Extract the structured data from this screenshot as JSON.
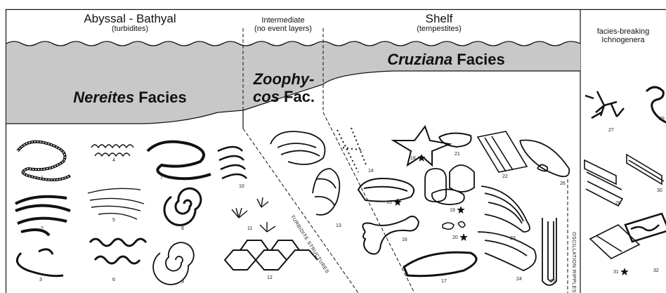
{
  "zones": {
    "abyssal": {
      "title": "Abyssal - Bathyal",
      "subtitle": "(turbidites)"
    },
    "intermediate": {
      "title": "Intermediate",
      "subtitle": "(no event layers)"
    },
    "shelf": {
      "title": "Shelf",
      "subtitle": "(tempestites)"
    },
    "breaking": {
      "title": "facies-breaking",
      "subtitle": "Ichnogenera"
    }
  },
  "facies": {
    "nereites": {
      "italic": "Nereites",
      "rest": " Facies"
    },
    "zoophycos": {
      "line1": "Zoophy-",
      "line2_italic": "cos",
      "line2_rest": " Fac."
    },
    "cruziana": {
      "italic": "Cruziana",
      "rest": " Facies"
    }
  },
  "structures": {
    "turbidite": "TURBIDITE STRUCTURES",
    "oscillation": "OSCILLATION RIPPLES"
  },
  "trace_numbers": [
    "1",
    "2",
    "3",
    "4",
    "5",
    "6",
    "7",
    "8",
    "9",
    "10",
    "11",
    "12",
    "13",
    "14",
    "15",
    "16",
    "17",
    "18",
    "19",
    "20",
    "21",
    "22",
    "23",
    "24",
    "25",
    "26",
    "27",
    "28",
    "29",
    "30",
    "31",
    "32"
  ],
  "starred_traces": [
    "15",
    "18",
    "19",
    "20",
    "31"
  ],
  "colors": {
    "facies_band": "#c8c8c8",
    "line": "#111111"
  }
}
